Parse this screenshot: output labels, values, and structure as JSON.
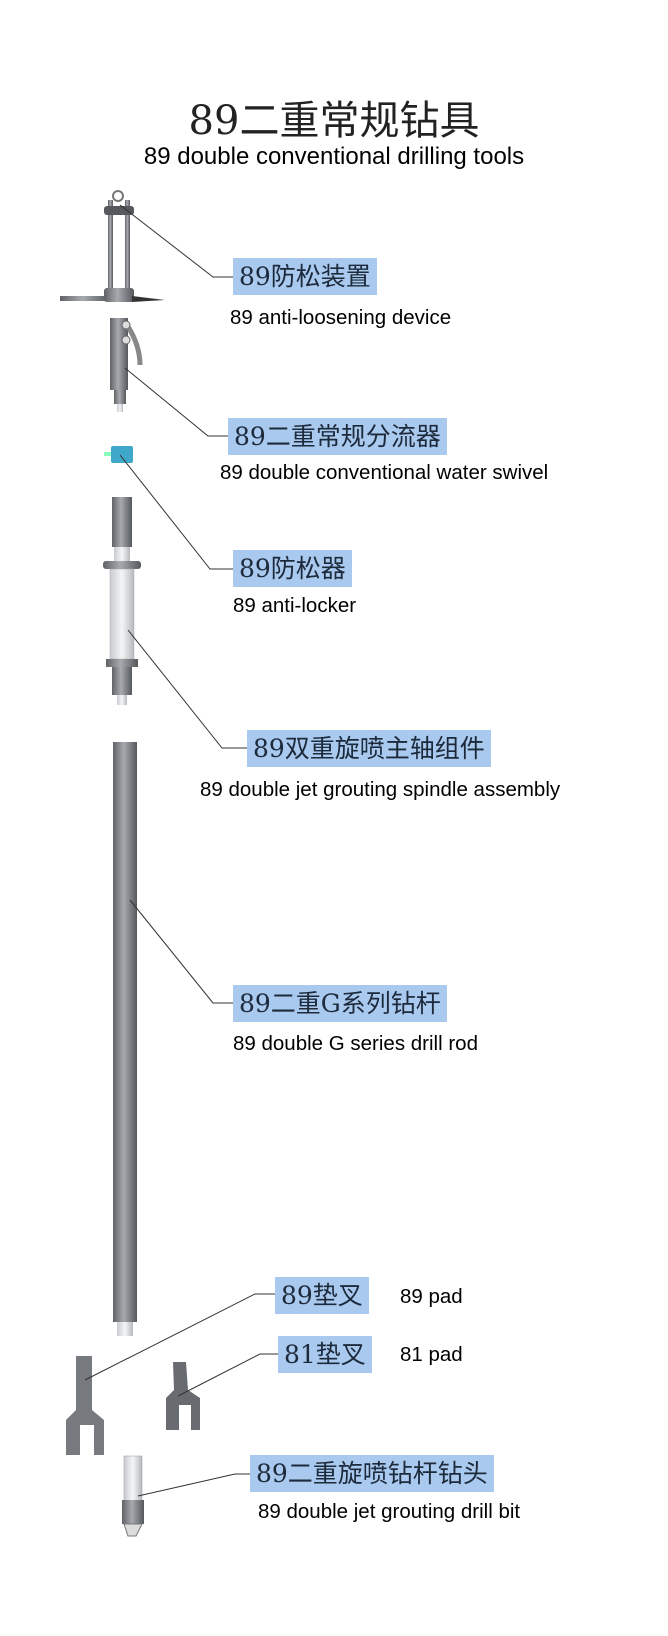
{
  "title": "89二重常规钻具",
  "subtitle": "89 double conventional drilling tools",
  "colors": {
    "label_bg": "#a9c9ee",
    "part_gray": "#7d8085",
    "cube_blue": "#3fa7c9"
  },
  "parts": [
    {
      "cn": "89防松装置",
      "en": "89 anti-loosening device"
    },
    {
      "cn": "89二重常规分流器",
      "en": "89 double conventional water swivel"
    },
    {
      "cn": "89防松器",
      "en": "89 anti-locker"
    },
    {
      "cn": "89双重旋喷主轴组件",
      "en": "89 double jet grouting spindle assembly"
    },
    {
      "cn": "89二重G系列钻杆",
      "en": "89 double G series drill rod"
    },
    {
      "cn": "89垫叉",
      "en": "89 pad"
    },
    {
      "cn": "81垫叉",
      "en": "81 pad"
    },
    {
      "cn": "89二重旋喷钻杆钻头",
      "en": "89 double jet grouting drill bit"
    }
  ]
}
